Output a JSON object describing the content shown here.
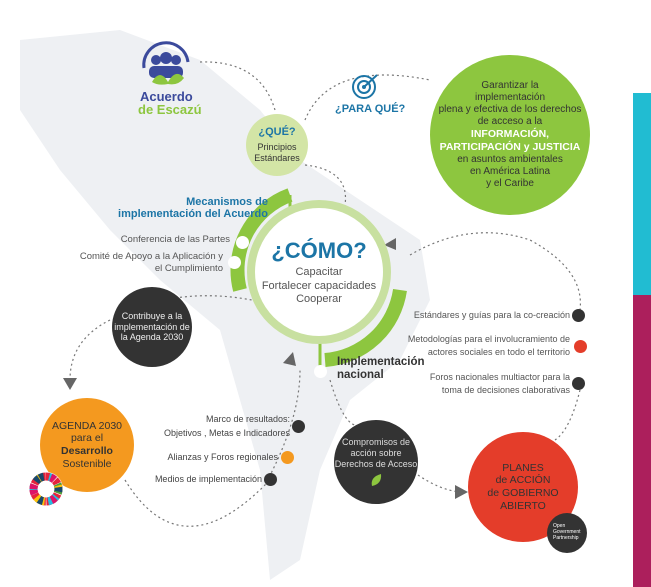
{
  "logo": {
    "line1": "Acuerdo",
    "line2": "de Escazú"
  },
  "que": {
    "title": "¿QUÉ?",
    "lines": [
      "Principios",
      "Estándares"
    ]
  },
  "para_que": {
    "title": "¿PARA QUÉ?"
  },
  "goal": {
    "lines": [
      "Garantizar la",
      "implementación",
      "plena y efectiva de los derechos",
      "de acceso a la"
    ],
    "bold": [
      "INFORMACIÓN,",
      "PARTICIPACIÓN y JUSTICIA"
    ],
    "tail": [
      "en asuntos ambientales",
      "en América Latina",
      "y el Caribe"
    ]
  },
  "mecanismos": {
    "title": [
      "Mecanismos de",
      "implementación del Acuerdo"
    ],
    "items": [
      "Conferencia de las Partes",
      "Comité de Apoyo a la Aplicación y",
      "el Cumplimiento"
    ]
  },
  "como": {
    "title": "¿CÓMO?",
    "lines": [
      "Capacitar",
      "Fortalecer capacidades",
      "Cooperar"
    ]
  },
  "implementacion": {
    "title": [
      "Implementación",
      "nacional"
    ]
  },
  "contribuye": {
    "lines": [
      "Contribuye a la",
      "implementación de",
      "la Agenda 2030"
    ]
  },
  "national_items": [
    {
      "lines": [
        "Estándares y guías para la co-creación"
      ]
    },
    {
      "lines": [
        "Metodologías para el  involucramiento de",
        "actores sociales en todo el territorio"
      ]
    },
    {
      "lines": [
        "Foros nacionales multiactor para la",
        "toma de decisiones claborativas"
      ]
    }
  ],
  "agenda": {
    "lines": [
      "AGENDA 2030",
      "para el",
      "Desarrollo",
      "Sostenible"
    ]
  },
  "regional_items": [
    {
      "lines": [
        "Marco de resultados:",
        "Objetivos , Metas e Indicadores"
      ]
    },
    {
      "lines": [
        "Alianzas y Foros  regionales"
      ]
    },
    {
      "lines": [
        "Medios de implementación"
      ]
    }
  ],
  "compromisos": {
    "lines": [
      "Compromisos de",
      "acción sobre",
      "Derechos de Acceso"
    ]
  },
  "planes": {
    "lines": [
      "PLANES",
      "de ACCIÓN",
      "de GOBIERNO",
      "ABIERTO"
    ]
  },
  "ogp": {
    "lines": [
      "Open",
      "Government",
      "Partnership"
    ]
  },
  "colors": {
    "blue": "#1c75a6",
    "green": "#8dc63f",
    "light_green": "#d3e5a6",
    "orange": "#f4991f",
    "red": "#e43d2a",
    "dark": "#333333",
    "teal": "#21bcd2",
    "magenta": "#ac1f5c"
  }
}
